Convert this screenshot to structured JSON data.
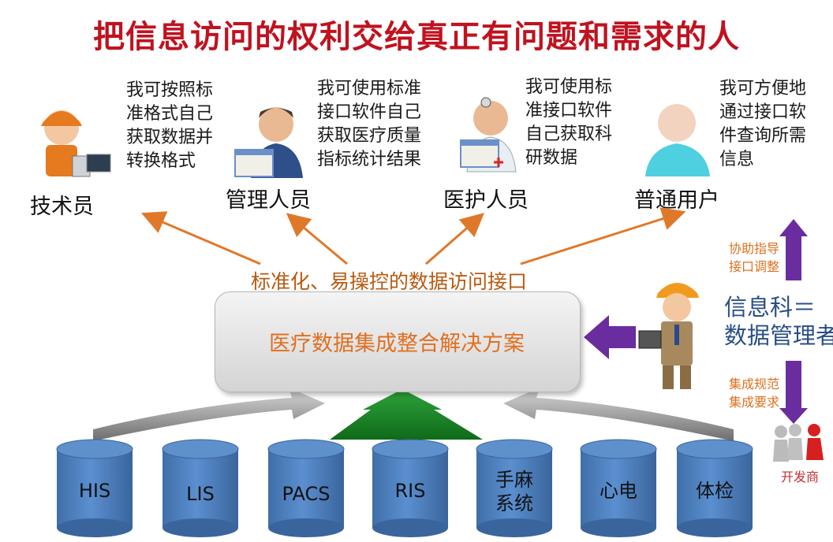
{
  "title": "把信息访问的权利交给真正有问题和需求的人",
  "roles": [
    {
      "label": "技术员",
      "desc": [
        "我可按照标",
        "准格式自己",
        "获取数据并",
        "转换格式"
      ]
    },
    {
      "label": "管理人员",
      "desc": [
        "我可使用标准",
        "接口软件自己",
        "获取医疗质量",
        "指标统计结果"
      ]
    },
    {
      "label": "医护人员",
      "desc": [
        "我可使用标",
        "准接口软件",
        "自己获取科",
        "研数据"
      ]
    },
    {
      "label": "普通用户",
      "desc": [
        "我可方便地",
        "通过接口软",
        "件查询所需",
        "信息"
      ]
    }
  ],
  "interface_label": "标准化、易操控的数据访问接口",
  "solution_label": "医疗数据集成整合解决方案",
  "info_dept": [
    "信息科＝",
    "数据管理者"
  ],
  "assist_note": [
    "协助指导",
    "接口调整"
  ],
  "integration_note": [
    "集成规范",
    "集成要求"
  ],
  "developer_label": "开发商",
  "systems": [
    {
      "lines": [
        "HIS"
      ]
    },
    {
      "lines": [
        "LIS"
      ]
    },
    {
      "lines": [
        "PACS"
      ]
    },
    {
      "lines": [
        "RIS"
      ]
    },
    {
      "lines": [
        "手麻",
        "系统"
      ]
    },
    {
      "lines": [
        "心电"
      ]
    },
    {
      "lines": [
        "体检"
      ]
    }
  ],
  "colors": {
    "title": "#c0121f",
    "arrow_orange": "#e0782a",
    "arrow_purple": "#6a2d9f",
    "cylinder": "#4f81bd",
    "green_arrow": "#1f8a2a"
  }
}
